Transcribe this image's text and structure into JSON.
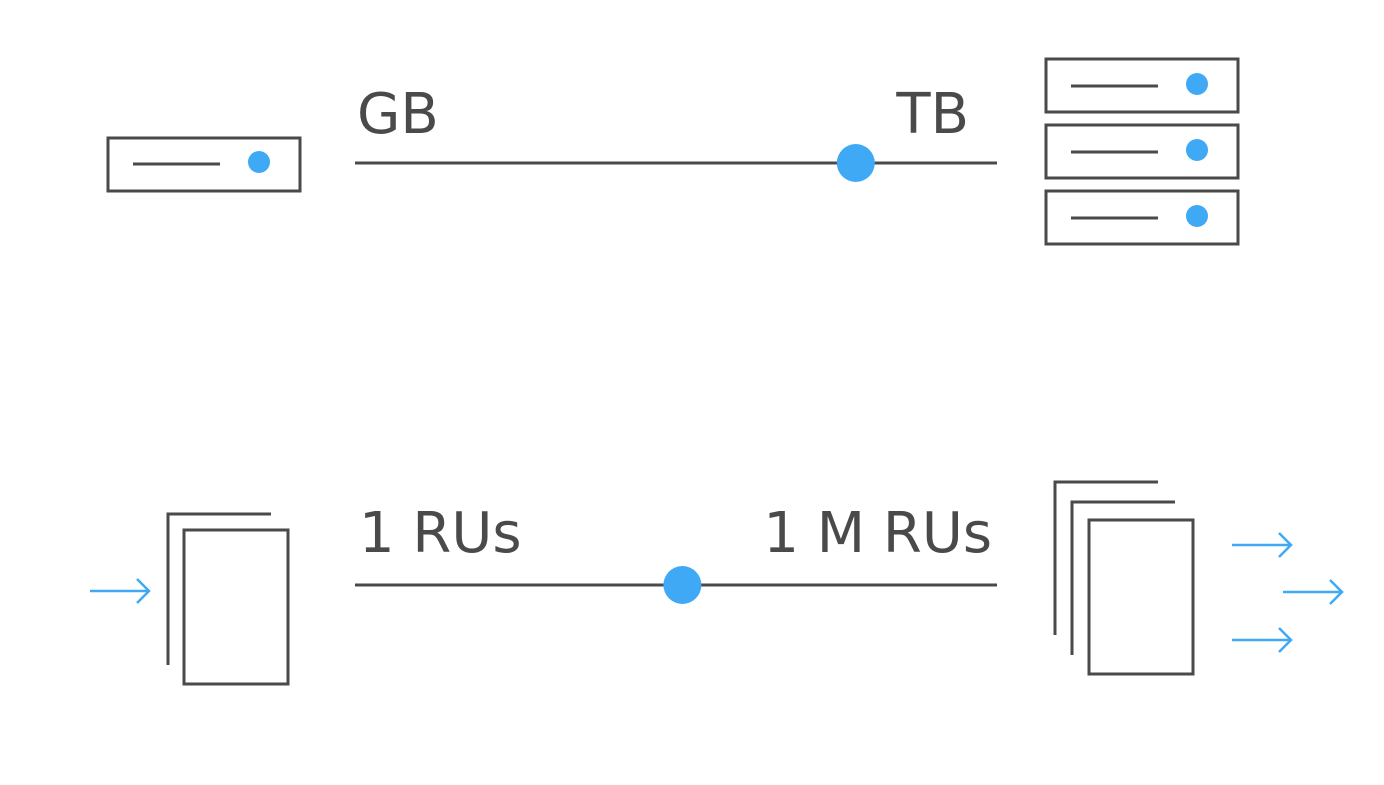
{
  "colors": {
    "ink": "#4a4a4a",
    "accent": "#3fa9f5",
    "background": "#ffffff"
  },
  "storage_scale": {
    "min_label": "GB",
    "max_label": "TB",
    "level": 0.78,
    "min_icon": "single-server-icon",
    "max_icon": "server-stack-icon"
  },
  "throughput_scale": {
    "min_label": "1 RUs",
    "max_label": "1 M RUs",
    "level": 0.51,
    "min_icon": "document-stack-small-icon",
    "max_icon": "document-stack-large-icon"
  }
}
